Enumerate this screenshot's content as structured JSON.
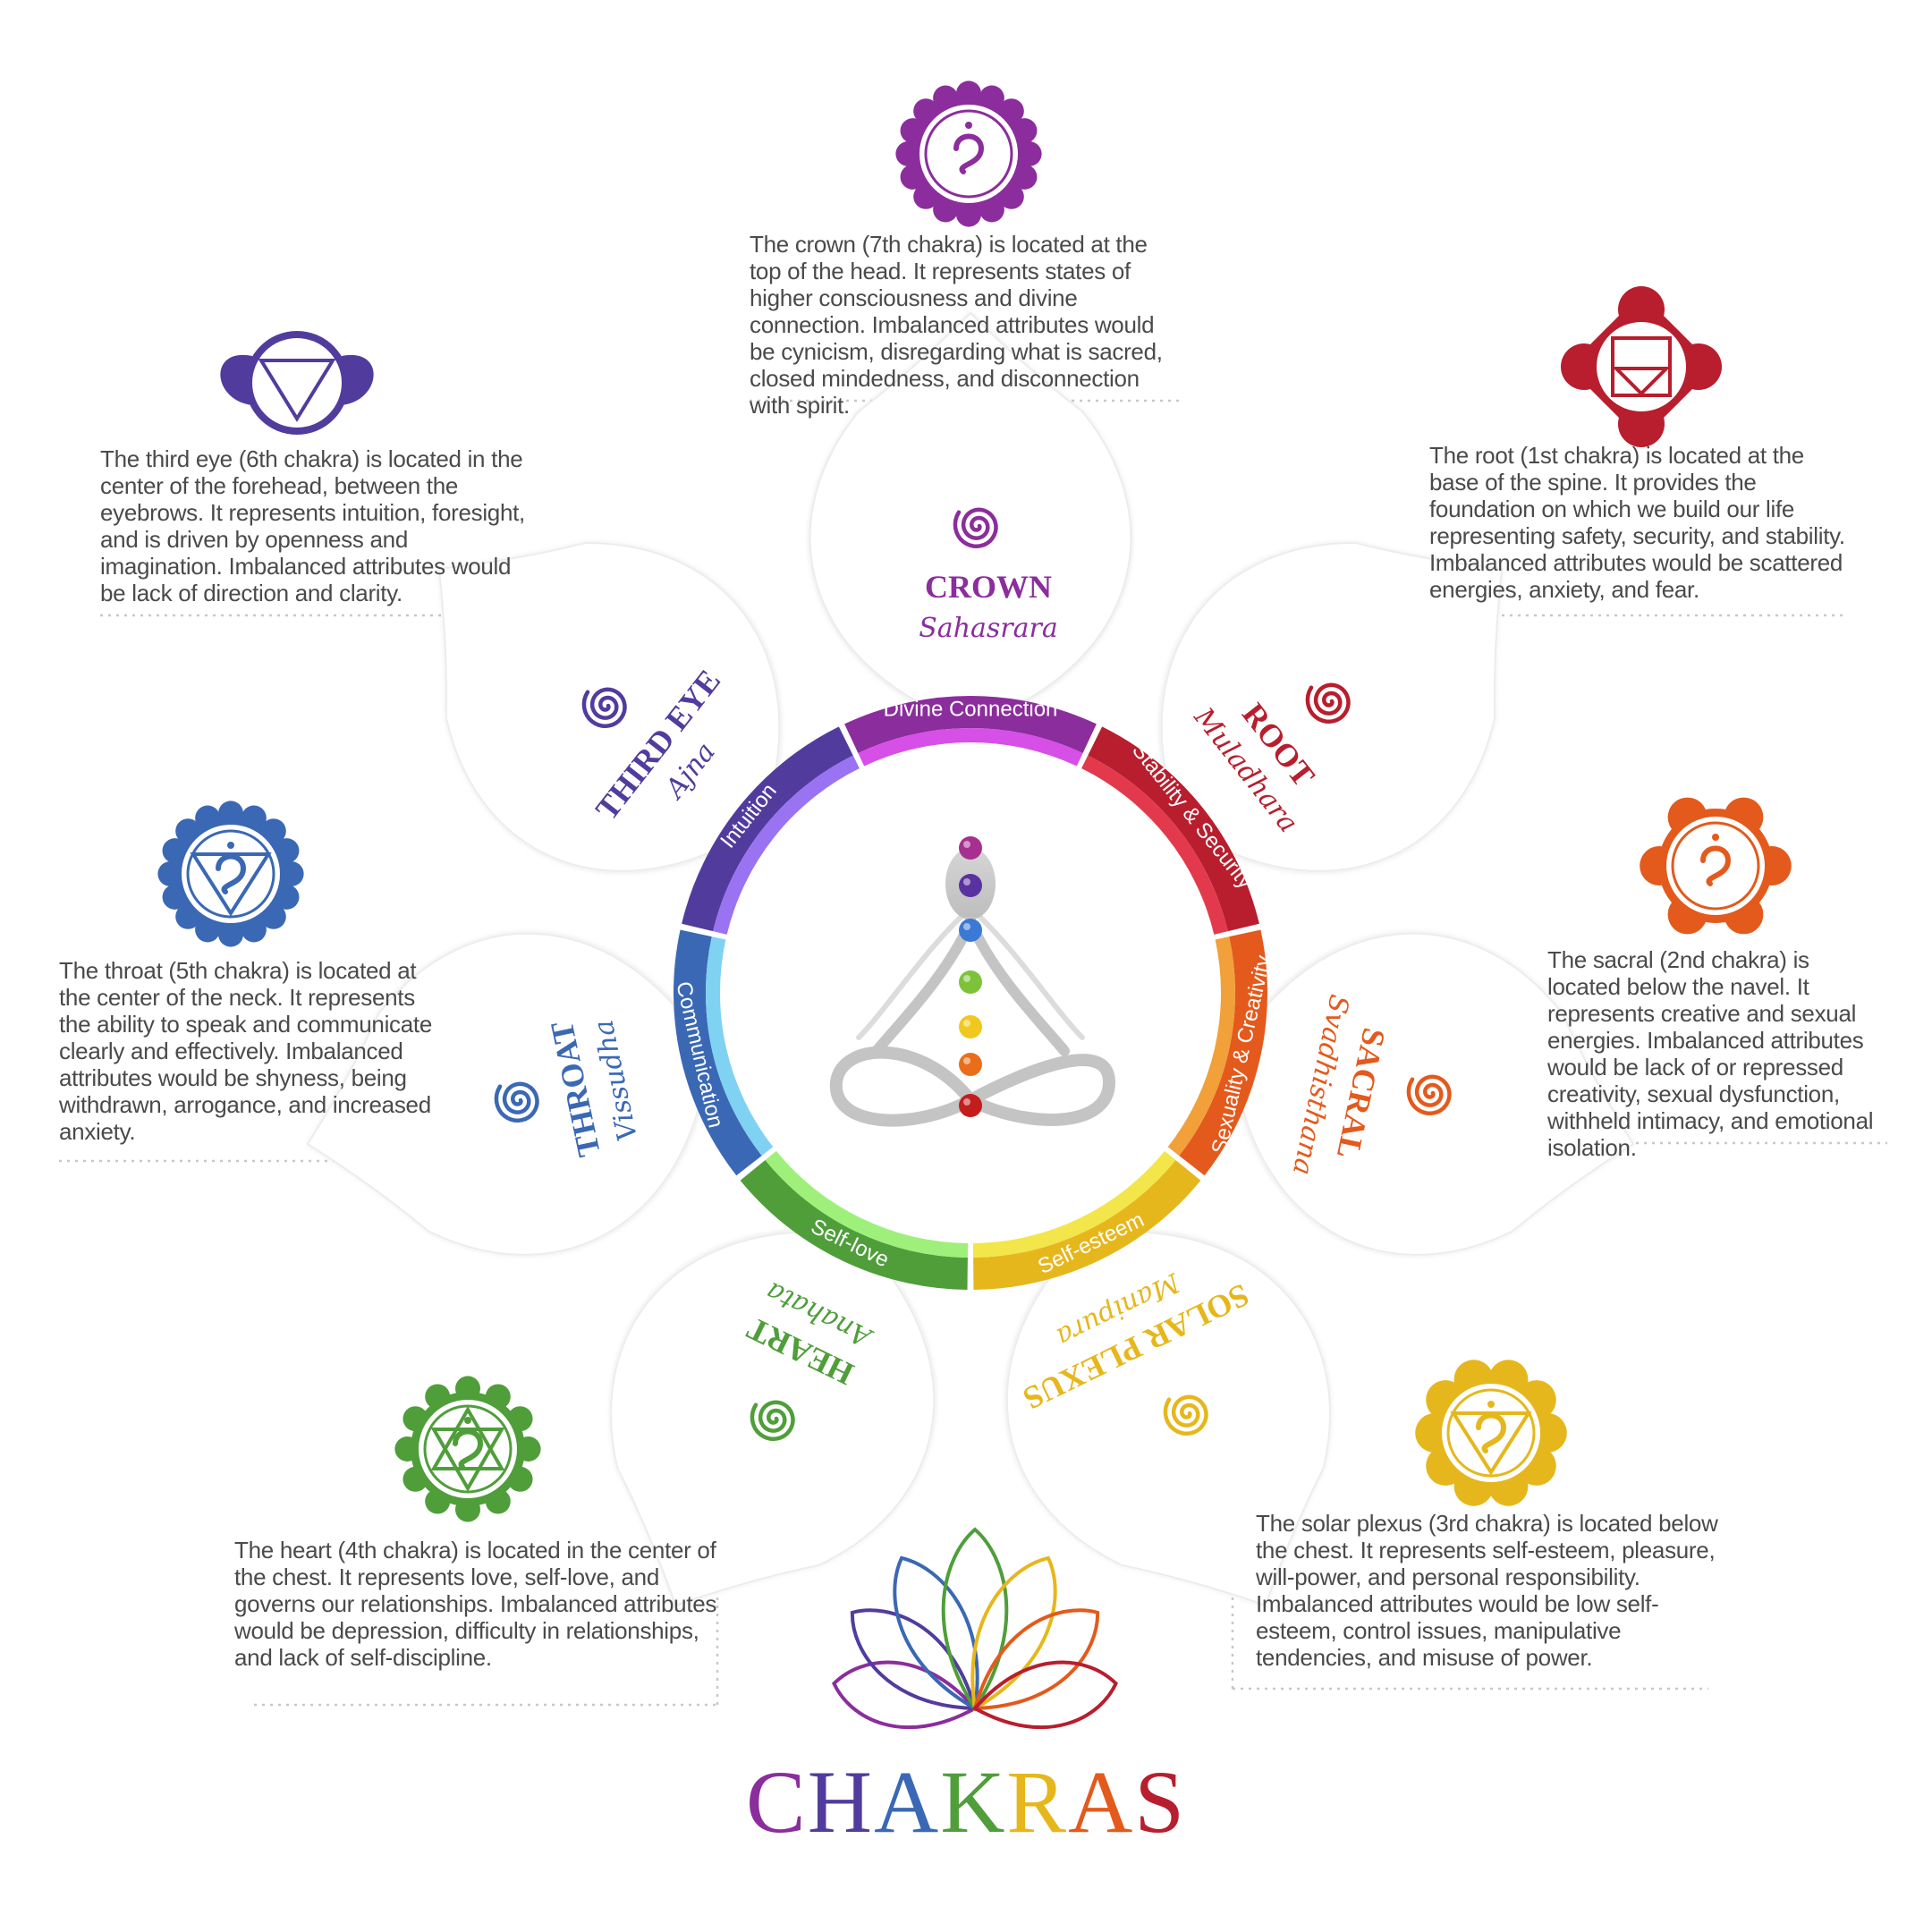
{
  "colors": {
    "crown": "#8b2d9c",
    "root": "#b81e2d",
    "sacral": "#e35a1c",
    "solar": "#e6b71c",
    "heart": "#4f9e3a",
    "throat": "#3a68b4",
    "third_eye": "#513c9e",
    "text": "#4a4a4a",
    "dotted": "#c8c8c8"
  },
  "chakras": [
    {
      "key": "crown",
      "name": "CROWN",
      "sanskrit": "Sahasrara",
      "ring_label": "Divine Connection",
      "icon": "om-lotus-icon",
      "description": "The crown (7th chakra) is located at the top of the head.  It represents states of higher consciousness and divine connection.  Imbalanced attributes would be cynicism, disregarding what is sacred, closed mindedness, and disconnection with spirit."
    },
    {
      "key": "root",
      "name": "ROOT",
      "sanskrit": "Muladhara",
      "ring_label": "Stability & Security",
      "icon": "root-lotus-icon",
      "description": "The root (1st chakra) is located at the base of the spine. It provides the foundation on which we build our life representing safety, security, and stability. Imbalanced attributes would be scattered energies, anxiety, and fear."
    },
    {
      "key": "sacral",
      "name": "SACRAL",
      "sanskrit": "Svadhisthana",
      "ring_label": "Sexuality & Creativity",
      "icon": "sacral-lotus-icon",
      "description": "The sacral (2nd chakra) is located below the navel. It represents creative and sexual energies. Imbalanced attributes would be lack of or repressed creativity, sexual dysfunction, withheld intimacy, and emotional isolation."
    },
    {
      "key": "solar",
      "name": "SOLAR PLEXUS",
      "sanskrit": "Manipura",
      "ring_label": "Self-esteem",
      "icon": "solar-plexus-lotus-icon",
      "description": "The solar plexus (3rd chakra) is located below the chest. It represents self-esteem, pleasure, will-power, and personal responsibility. Imbalanced attributes would be low self-esteem, control issues, manipulative tendencies, and misuse of power."
    },
    {
      "key": "heart",
      "name": "HEART",
      "sanskrit": "Anahata",
      "ring_label": "Self-love",
      "icon": "heart-lotus-icon",
      "description": "The heart (4th chakra) is located in the center of the chest. It represents love, self-love, and governs our relationships. Imbalanced attributes would be depression, difficulty in relationships, and lack of self-discipline."
    },
    {
      "key": "throat",
      "name": "THROAT",
      "sanskrit": "Vissudha",
      "ring_label": "Communication",
      "icon": "throat-lotus-icon",
      "description": "The throat (5th chakra) is located at the center of the neck. It represents the ability to speak and communicate clearly and effectively. Imbalanced attributes would be shyness, being withdrawn, arrogance, and increased anxiety."
    },
    {
      "key": "third_eye",
      "name": "THIRD EYE",
      "sanskrit": "Ajna",
      "ring_label": "Intuition",
      "icon": "third-eye-lotus-icon",
      "description": "The third eye (6th chakra) is located in the center of the forehead, between the eyebrows. It represents intuition, foresight, and is driven by openness and imagination. Imbalanced attributes would be lack of direction and clarity."
    }
  ],
  "brand": {
    "letters": [
      "C",
      "H",
      "A",
      "K",
      "R",
      "A",
      "S"
    ],
    "letter_colors": [
      "#8b2d9c",
      "#513c9e",
      "#3a68b4",
      "#4f9e3a",
      "#e6b71c",
      "#e35a1c",
      "#b81e2d"
    ]
  }
}
